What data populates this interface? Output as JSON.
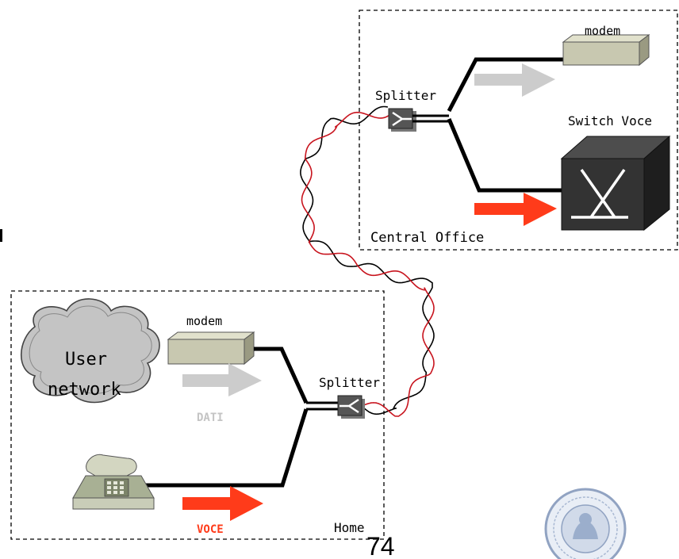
{
  "central_office": {
    "label": "Central Office",
    "modem_label": "modem",
    "switch_label": "Switch Voce",
    "splitter_label": "Splitter"
  },
  "home": {
    "label": "Home",
    "modem_label": "modem",
    "splitter_label": "Splitter",
    "cloud_label_line1": "User",
    "cloud_label_line2": "network",
    "data_label": "DATI",
    "voice_label": "VOCE"
  },
  "page_number": "74",
  "colors": {
    "voice_arrow": "#ff3b1a",
    "data_arrow": "#cccccc",
    "wire_red": "#c8141e",
    "wire_black": "#000000",
    "modem": "#c8c8b0",
    "switch": "#333333",
    "cloud": "#c4c4c4"
  },
  "icons": [
    "telephone-icon",
    "cloud-icon",
    "switch-icon",
    "modem-icon",
    "splitter-icon",
    "university-seal-icon"
  ]
}
